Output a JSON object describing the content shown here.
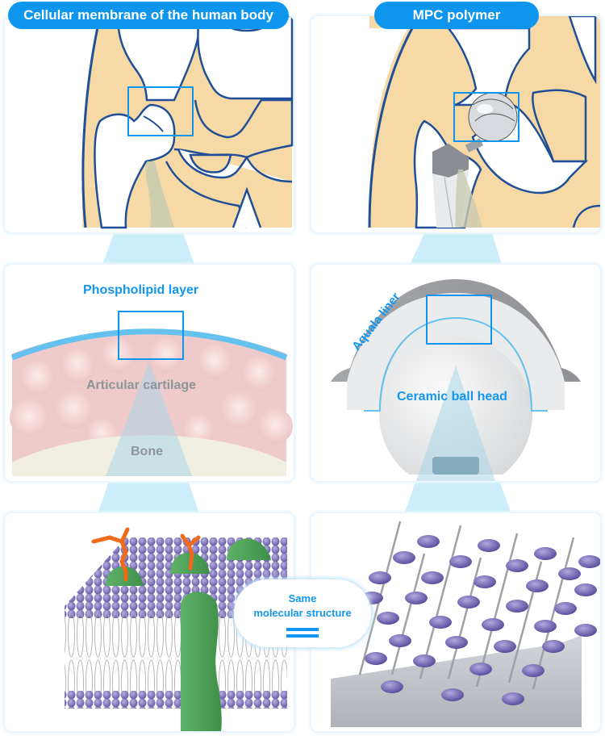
{
  "left_column": {
    "title": "Cellular membrane of the human body",
    "middle_panel": {
      "layer_label": "Phospholipid layer",
      "tissue_label": "Articular cartilage",
      "base_label": "Bone"
    },
    "bottom_panel": {
      "illustration": "cell-membrane-lipid-bilayer-with-proteins"
    },
    "top_panel": {
      "illustration": "natural-hip-joint"
    }
  },
  "right_column": {
    "title": "MPC polymer",
    "top_panel": {
      "illustration": "artificial-hip-joint-implant"
    },
    "middle_panel": {
      "liner_label": "Aquala liner",
      "ball_label": "Ceramic ball head"
    },
    "bottom_panel": {
      "illustration": "mpc-polymer-brush-surface"
    }
  },
  "comparison": {
    "line1": "Same",
    "line2": "molecular structure",
    "symbol": "equals-sign"
  },
  "colors": {
    "accent_blue": "#0e96ef",
    "label_blue": "#1296f0",
    "beam_blue": "#cbeefa",
    "bone_fill": "#f7d9a6",
    "outline_navy": "#1f4f96",
    "membrane_purple": "#7e74b8",
    "protein_green": "#4ea458",
    "sugar_orange": "#f06a1c",
    "cartilage_pink": "#efc9c9",
    "bone_cream": "#f1efe2"
  }
}
